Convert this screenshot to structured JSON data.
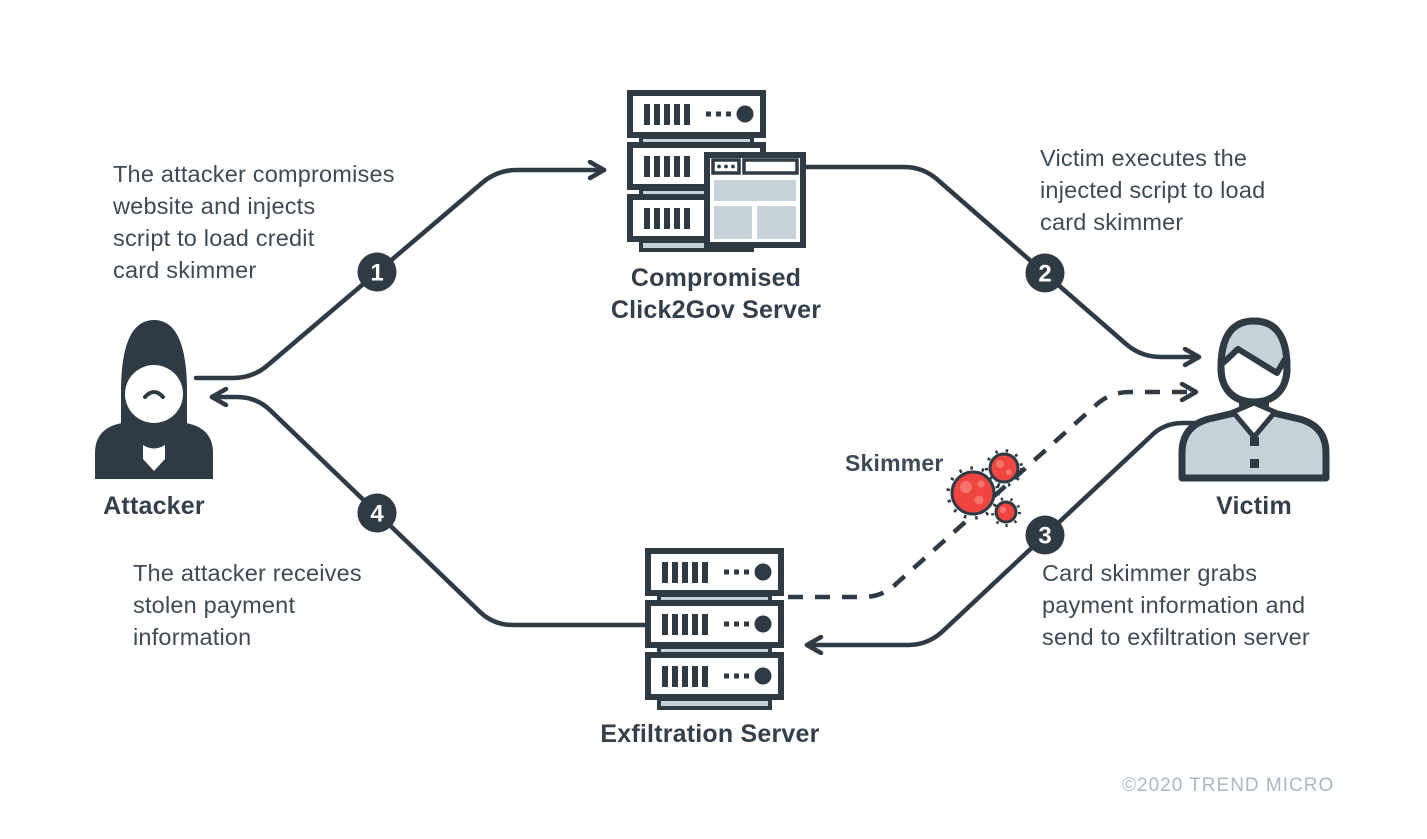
{
  "nodes": {
    "attacker": {
      "label": "Attacker"
    },
    "compromised_server": {
      "label_line1": "Compromised",
      "label_line2": "Click2Gov Server"
    },
    "victim": {
      "label": "Victim"
    },
    "exfiltration_server": {
      "label": "Exfiltration Server"
    },
    "skimmer": {
      "label": "Skimmer"
    }
  },
  "steps": [
    {
      "number": "1",
      "lines": [
        "The attacker compromises",
        "website and injects",
        "script to load credit",
        "card skimmer"
      ]
    },
    {
      "number": "2",
      "lines": [
        "Victim executes the",
        "injected script to load",
        "card skimmer"
      ]
    },
    {
      "number": "3",
      "lines": [
        "Card skimmer grabs",
        "payment information and",
        "send to exfiltration server"
      ]
    },
    {
      "number": "4",
      "lines": [
        "The attacker receives",
        "stolen payment",
        "information"
      ]
    }
  ],
  "footer": {
    "copyright": "©2020 TREND MICRO"
  },
  "colors": {
    "dark": "#2e3a44",
    "text": "#3e4a55",
    "light_fill": "#c6d1d8",
    "red": "#ef4641",
    "red_light": "#f5736c",
    "muted": "#aab8bf"
  }
}
